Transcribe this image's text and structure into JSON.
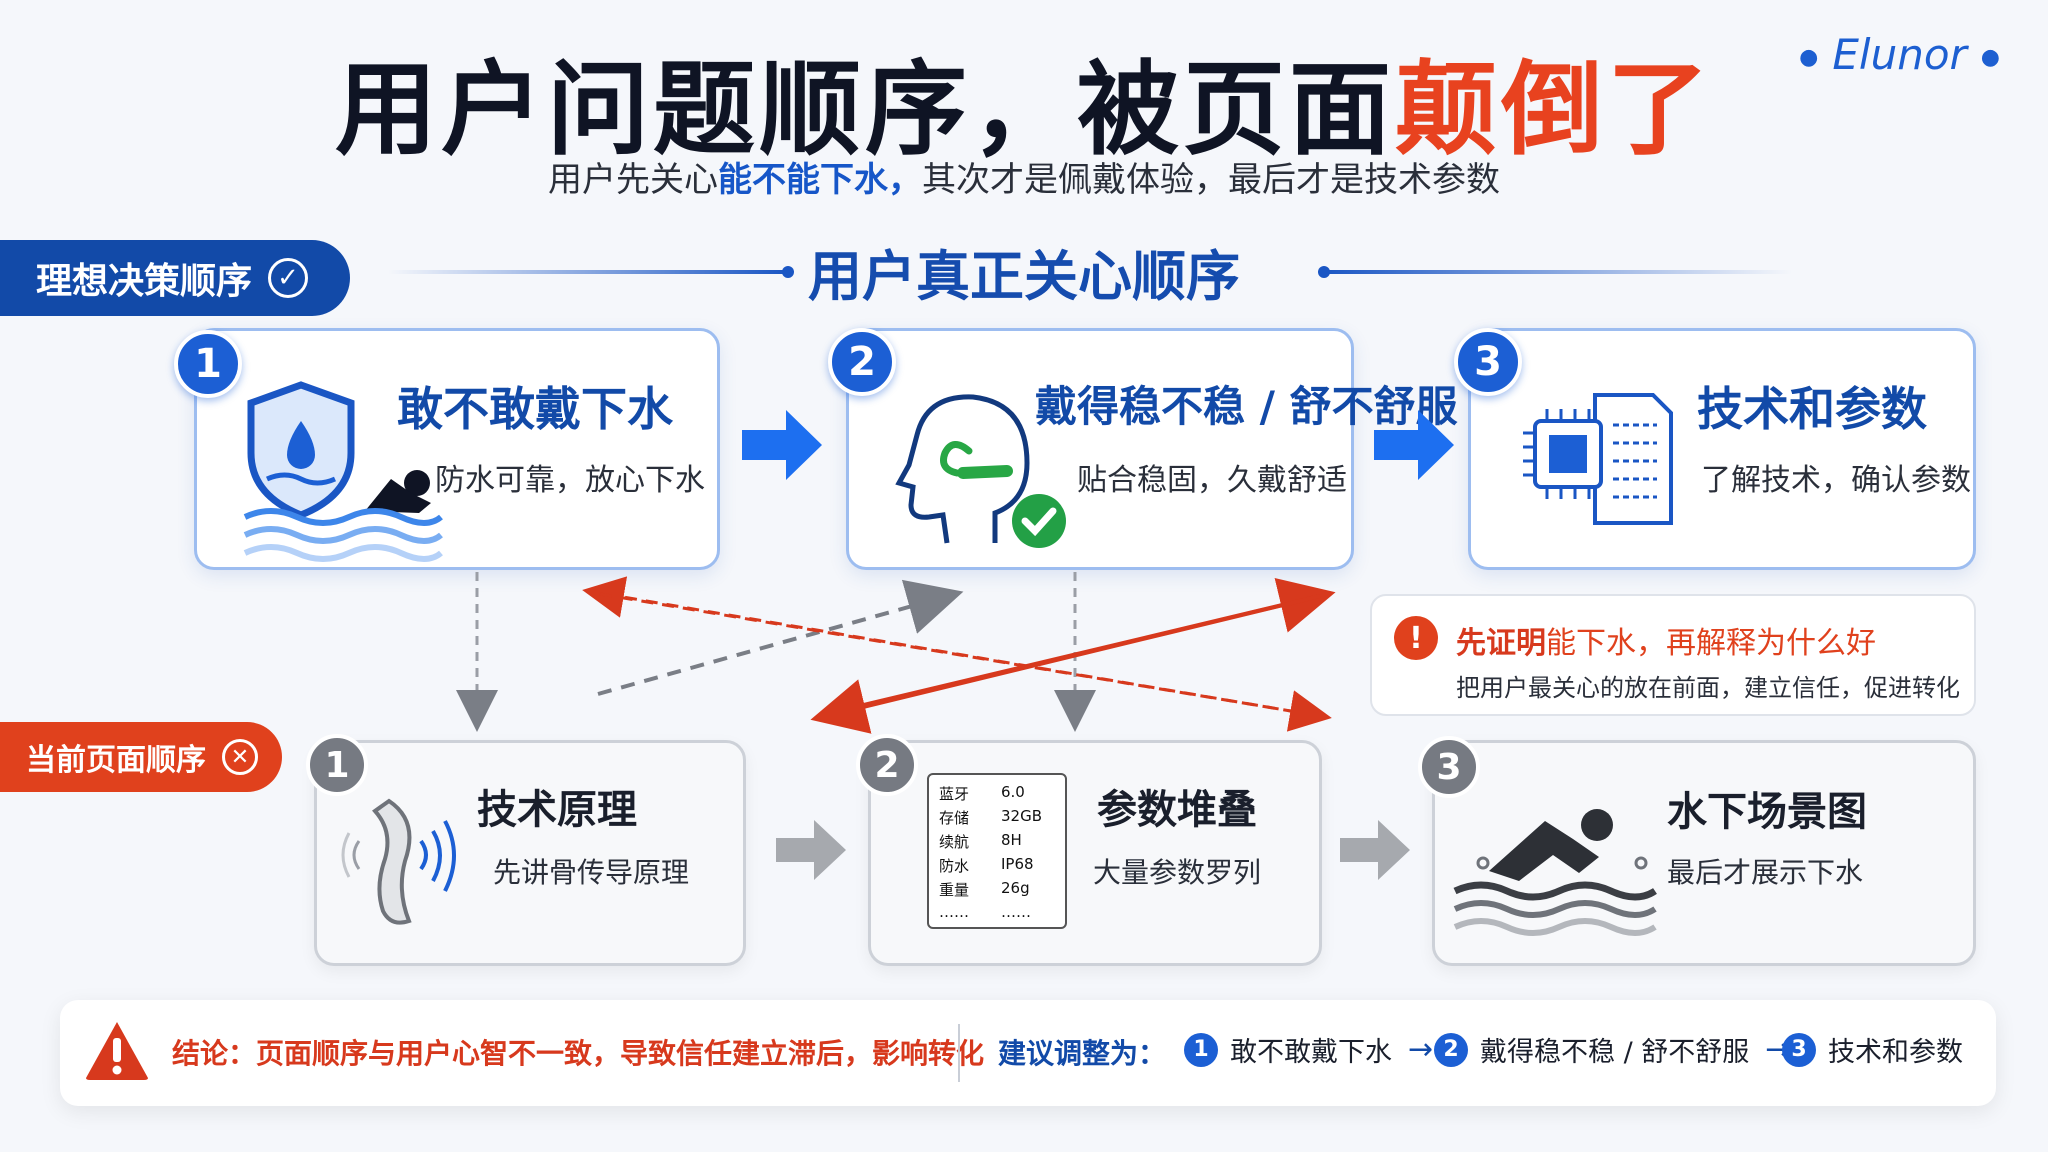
{
  "header": {
    "title_main": "用户问题顺序，被页面",
    "title_accent": "颠倒了",
    "subtitle_prefix": "用户先关心",
    "subtitle_emph": "能不能下水，",
    "subtitle_suffix": "其次才是佩戴体验，最后才是技术参数",
    "logo": "Elunor"
  },
  "ideal": {
    "pill_label": "理想决策顺序",
    "pill_icon": "✓",
    "heading": "用户真正关心顺序",
    "cards": [
      {
        "num": "1",
        "title": "敢不敢戴下水",
        "sub": "防水可靠，放心下水",
        "icon": "waterproof-swimmer-icon"
      },
      {
        "num": "2",
        "title": "戴得稳不稳 / 舒不舒服",
        "sub": "贴合稳固，久戴舒适",
        "icon": "head-earhook-check-icon"
      },
      {
        "num": "3",
        "title": "技术和参数",
        "sub": "了解技术，确认参数",
        "icon": "chip-document-icon"
      }
    ]
  },
  "current": {
    "pill_label": "当前页面顺序",
    "pill_icon": "✕",
    "cards": [
      {
        "num": "1",
        "title": "技术原理",
        "sub": "先讲骨传导原理",
        "icon": "bone-conduction-icon"
      },
      {
        "num": "2",
        "title": "参数堆叠",
        "sub": "大量参数罗列",
        "icon": "param-table-icon",
        "table": [
          {
            "k": "蓝牙",
            "v": "6.0"
          },
          {
            "k": "存储",
            "v": "32GB"
          },
          {
            "k": "续航",
            "v": "8H"
          },
          {
            "k": "防水",
            "v": "IP68"
          },
          {
            "k": "重量",
            "v": "26g"
          },
          {
            "k": "……",
            "v": "……"
          }
        ]
      },
      {
        "num": "3",
        "title": "水下场景图",
        "sub": "最后才展示下水",
        "icon": "swimmer-icon"
      }
    ]
  },
  "note": {
    "icon": "!",
    "title_bold": "先证明",
    "title_rest": "能下水，再解释为什么好",
    "sub": "把用户最关心的放在前面，建立信任，促进转化"
  },
  "bottom": {
    "icon": "warning-icon",
    "conclusion": "结论：页面顺序与用户心智不一致，导致信任建立滞后，影响转化",
    "suggest_label": "建议调整为：",
    "steps": [
      {
        "n": "1",
        "label": "敢不敢戴下水"
      },
      {
        "n": "2",
        "label": "戴得稳不稳 / 舒不舒服"
      },
      {
        "n": "3",
        "label": "技术和参数"
      }
    ],
    "arrow": "→"
  },
  "colors": {
    "brand_blue": "#124aa8",
    "accent_red": "#e0411d",
    "grey": "#767a82"
  }
}
